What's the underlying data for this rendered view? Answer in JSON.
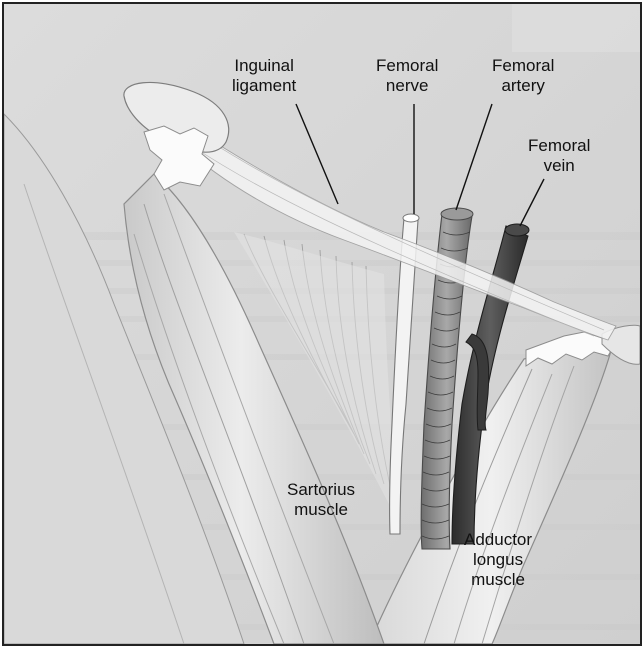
{
  "labels": {
    "inguinal_ligament": [
      "Inguinal",
      "ligament"
    ],
    "femoral_nerve": [
      "Femoral",
      "nerve"
    ],
    "femoral_artery": [
      "Femoral",
      "artery"
    ],
    "femoral_vein": [
      "Femoral",
      "vein"
    ],
    "sartorius_muscle": [
      "Sartorius",
      "muscle"
    ],
    "adductor_longus_muscle": [
      "Adductor",
      "longus",
      "muscle"
    ]
  },
  "colors": {
    "background": "#d4d4d4",
    "muscle_light": "#e6e6e6",
    "muscle_shadow": "#b9b9b9",
    "artery": "#8a8a8a",
    "vein": "#3f3f3f",
    "nerve": "#f2f2f2"
  }
}
